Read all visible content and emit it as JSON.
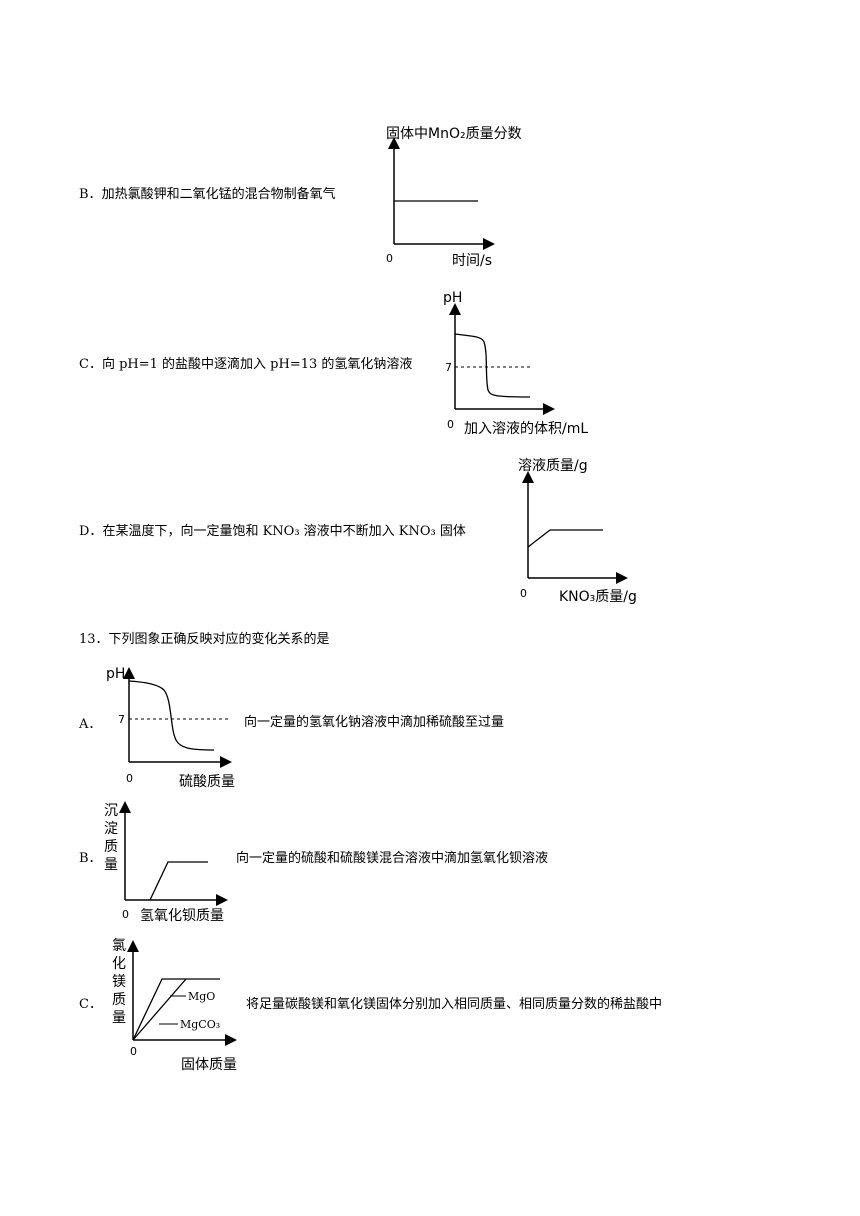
{
  "q12": {
    "optB": {
      "label": "B．",
      "text": "加热氯酸钾和二氧化锰的混合物制备氧气",
      "y_axis": "固体中MnO₂质量分数",
      "x_axis": "时间/s",
      "origin": "0"
    },
    "optC": {
      "label": "C．",
      "text": "向 pH=1 的盐酸中逐滴加入 pH=13 的氢氧化钠溶液",
      "y_axis": "pH",
      "x_axis": "加入溶液的体积/mL",
      "origin": "0",
      "ref_value": "7"
    },
    "optD": {
      "label": "D．",
      "text": "在某温度下，向一定量饱和 KNO₃ 溶液中不断加入 KNO₃ 固体",
      "y_axis": "溶液质量/g",
      "x_axis": "KNO₃质量/g",
      "origin": "0"
    }
  },
  "q13": {
    "stem": "13．下列图象正确反映对应的变化关系的是",
    "optA": {
      "label": "A．",
      "text": "向一定量的氢氧化钠溶液中滴加稀硫酸至过量",
      "y_axis": "pH",
      "x_axis": "硫酸质量",
      "origin": "0",
      "ref_value": "7"
    },
    "optB": {
      "label": "B．",
      "text": "向一定量的硫酸和硫酸镁混合溶液中滴加氢氧化钡溶液",
      "y_axis": "沉淀质量",
      "x_axis": "氢氧化钡质量",
      "origin": "0"
    },
    "optC": {
      "label": "C．",
      "text": "将足量碳酸镁和氧化镁固体分别加入相同质量、相同质量分数的稀盐酸中",
      "y_axis": "氯化镁质量",
      "x_axis": "固体质量",
      "origin": "0",
      "series": [
        "MgO",
        "MgCO₃"
      ]
    }
  }
}
